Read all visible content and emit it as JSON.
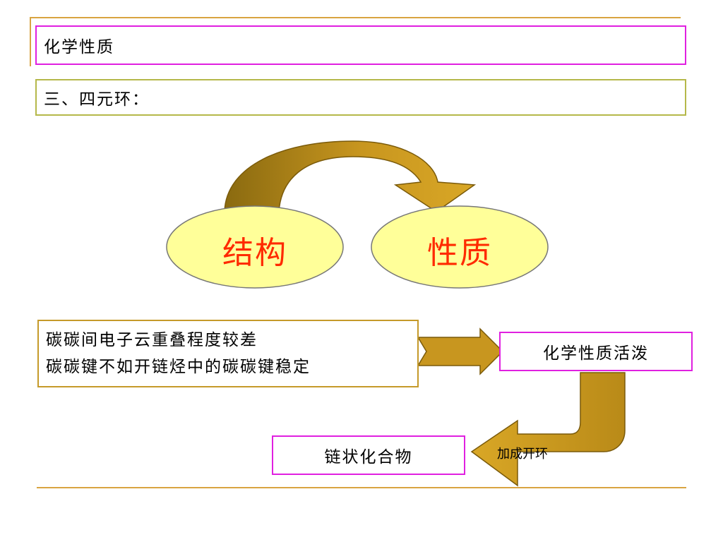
{
  "header": {
    "title": "化学性质"
  },
  "section": {
    "heading": "三、四元环："
  },
  "relation": {
    "left": "结构",
    "right": "性质"
  },
  "explanation": {
    "line1": "碳碳间电子云重叠程度较差",
    "line2": "碳碳键不如开链烃中的碳碳键稳定"
  },
  "result": {
    "label": "化学性质活泼"
  },
  "reaction": {
    "label": "加成开环"
  },
  "product": {
    "label": "链状化合物"
  },
  "colors": {
    "accent_line": "#d9a441",
    "arrow_fill": "#c8961f",
    "ellipse_fill": "#ffff99",
    "key_text": "#ff2a00",
    "pink_border": "#e020e0",
    "olive_border": "#b5b84a"
  }
}
